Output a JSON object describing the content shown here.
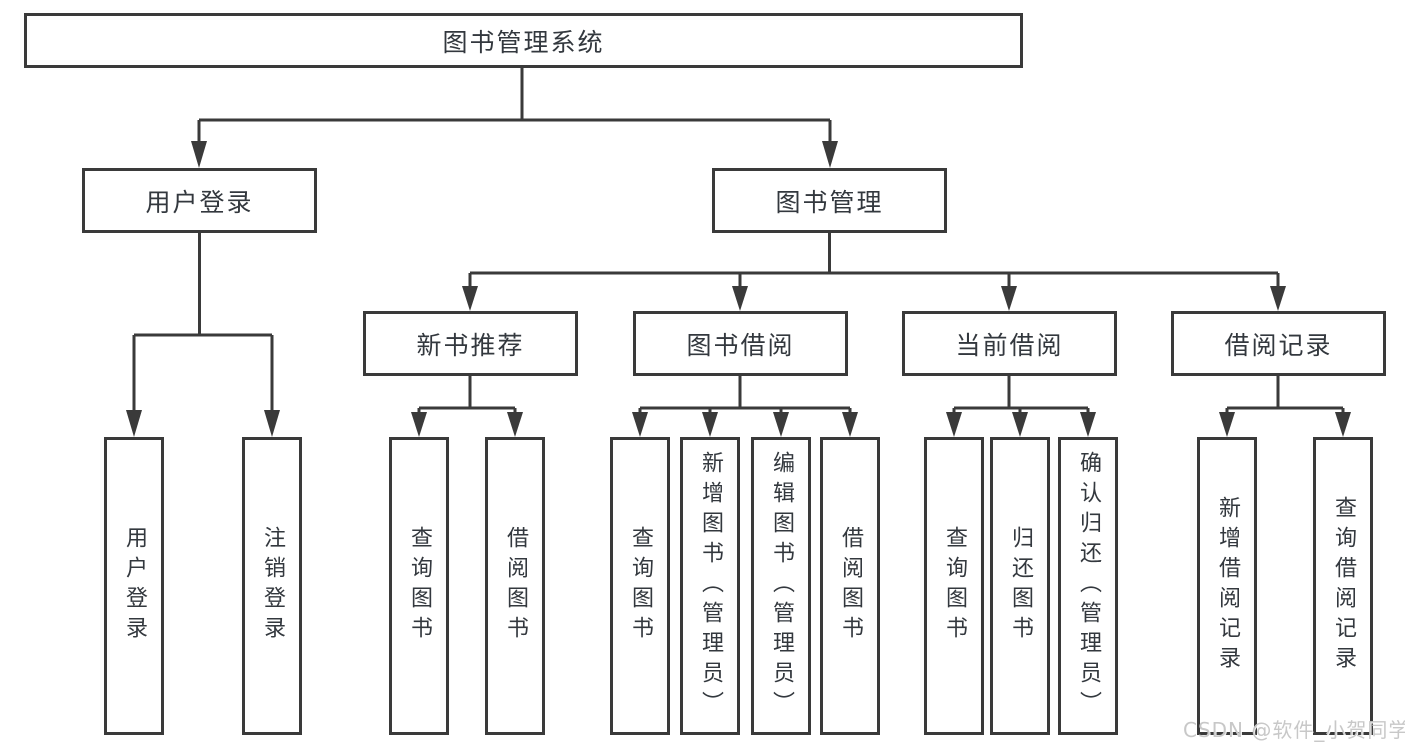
{
  "tree": {
    "label": "图书管理系统",
    "children": [
      {
        "label": "用户登录",
        "children": [
          {
            "label": "用户登录"
          },
          {
            "label": "注销登录"
          }
        ]
      },
      {
        "label": "图书管理",
        "children": [
          {
            "label": "新书推荐",
            "children": [
              {
                "label": "查询图书"
              },
              {
                "label": "借阅图书"
              }
            ]
          },
          {
            "label": "图书借阅",
            "children": [
              {
                "label": "查询图书"
              },
              {
                "label": "新增图书（管理员）"
              },
              {
                "label": "编辑图书（管理员）"
              },
              {
                "label": "借阅图书"
              }
            ]
          },
          {
            "label": "当前借阅",
            "children": [
              {
                "label": "查询图书"
              },
              {
                "label": "归还图书"
              },
              {
                "label": "确认归还（管理员）"
              }
            ]
          },
          {
            "label": "借阅记录",
            "children": [
              {
                "label": "新增借阅记录"
              },
              {
                "label": "查询借阅记录"
              }
            ]
          }
        ]
      }
    ]
  },
  "watermark": {
    "text": "CSDN @软件_小贺同学"
  },
  "colors": {
    "line": "#3a3a3a",
    "box_border": "#3a3a3a",
    "text": "#33383e",
    "background": "#ffffff",
    "watermark": "#c8c8c8"
  }
}
